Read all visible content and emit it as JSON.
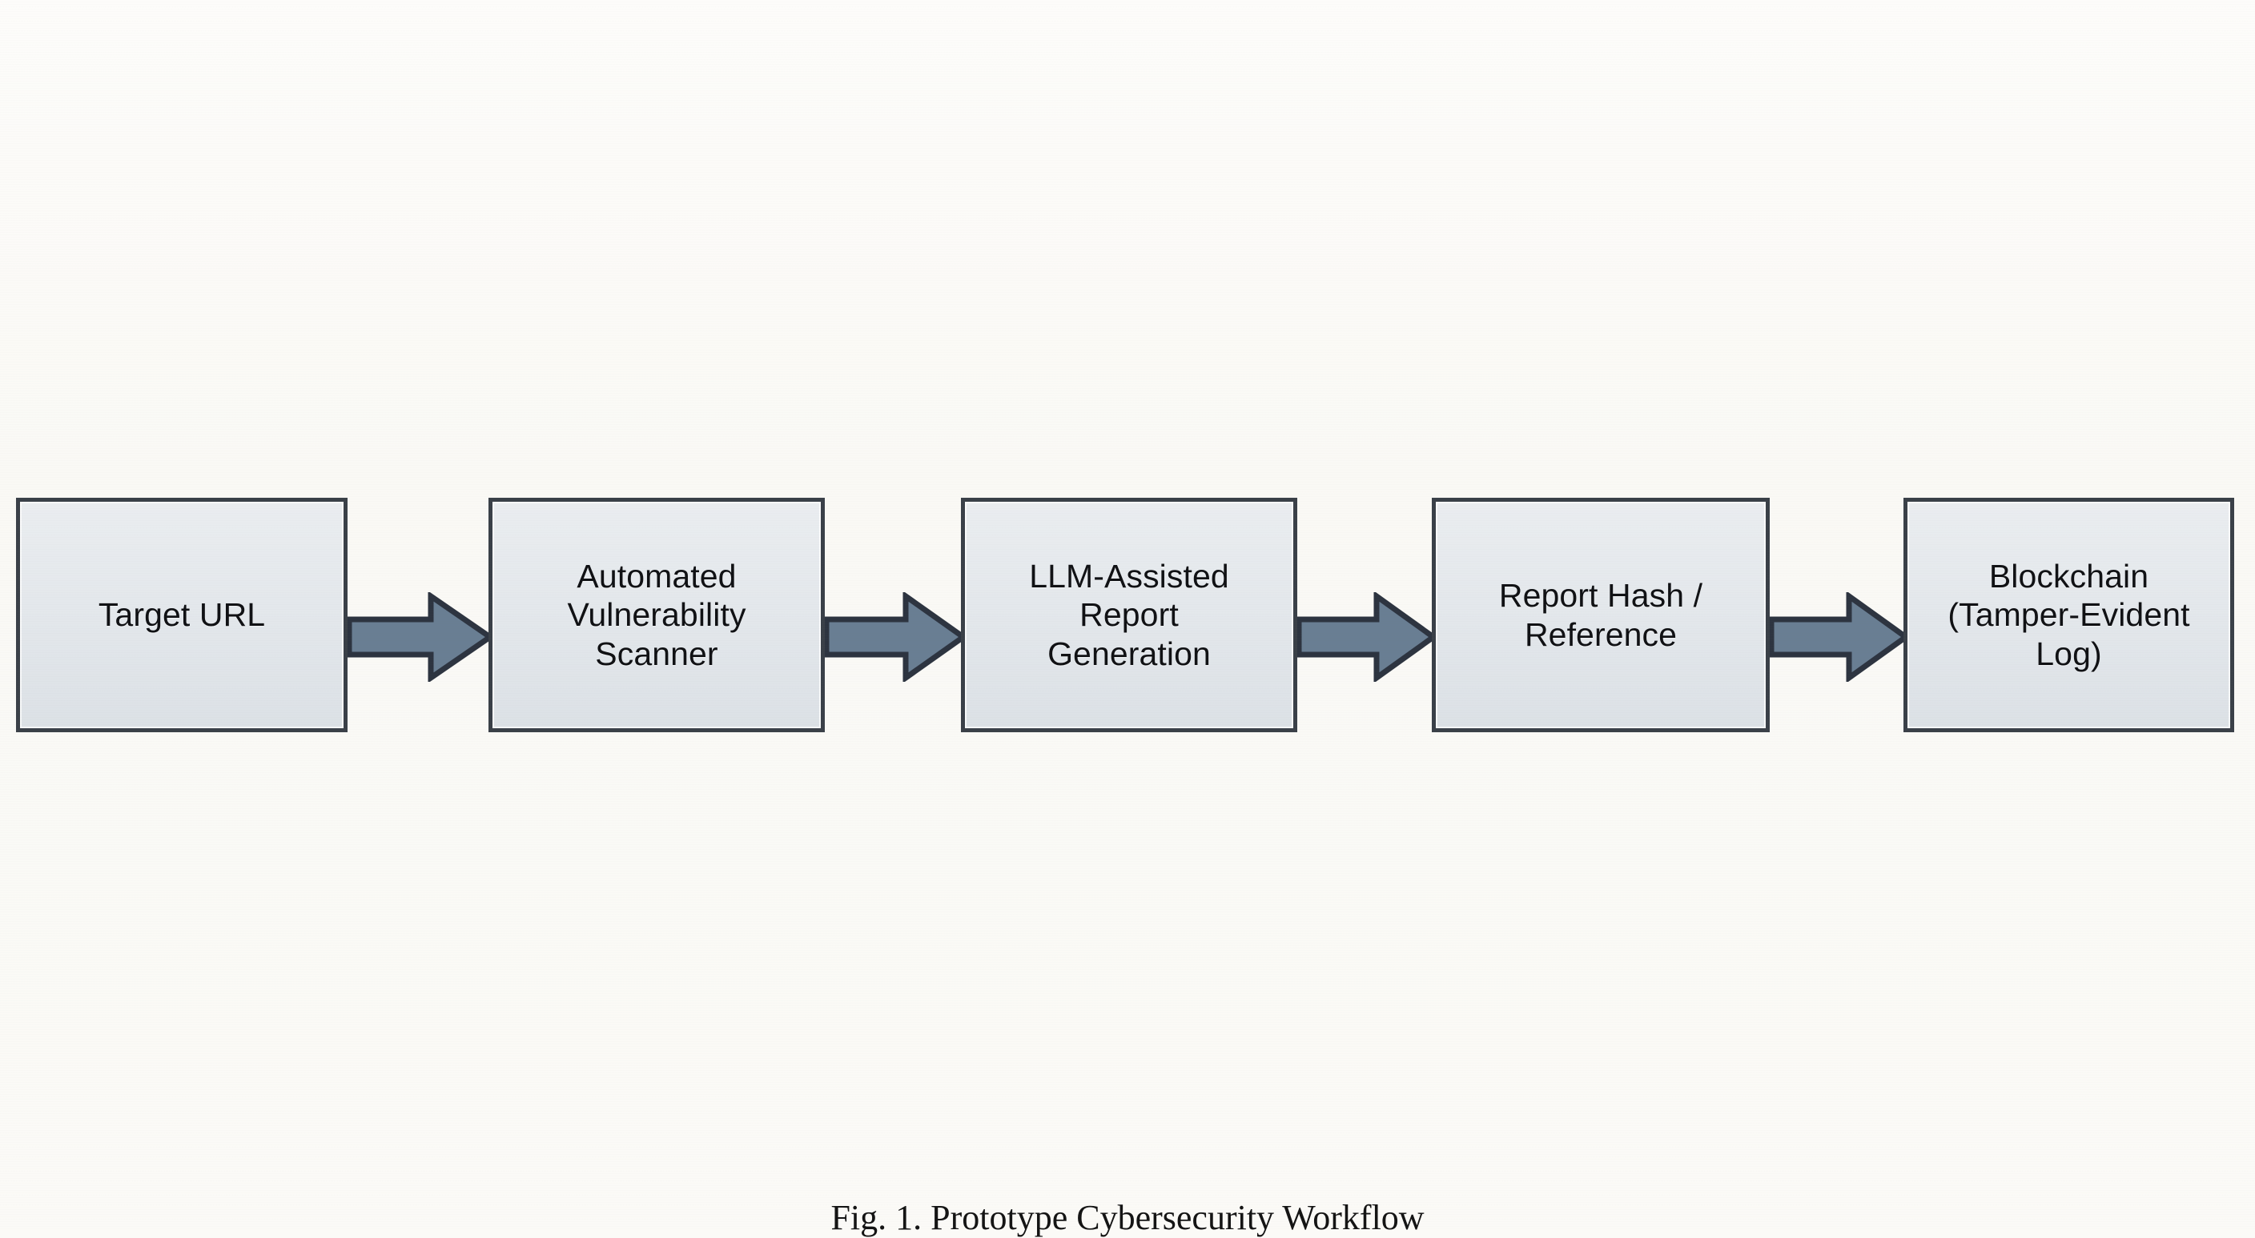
{
  "figure": {
    "background_color": "#fbfaf7",
    "caption": "Fig. 1. Prototype Cybersecurity Workflow",
    "type": "flowchart",
    "orientation": "left-to-right"
  },
  "style": {
    "node_fill": "#e4e8ec",
    "node_border": "#3a4048",
    "arrow_fill": "#697e93",
    "arrow_stroke": "#2d3440",
    "text_color": "#101114"
  },
  "flow": {
    "nodes": [
      {
        "id": "target-url",
        "label": "Target URL"
      },
      {
        "id": "vuln-scanner",
        "label": "Automated\nVulnerability\nScanner"
      },
      {
        "id": "llm-report",
        "label": "LLM-Assisted\nReport\nGeneration"
      },
      {
        "id": "report-hash",
        "label": "Report Hash /\nReference"
      },
      {
        "id": "blockchain",
        "label": "Blockchain\n(Tamper-Evident\nLog)"
      }
    ],
    "connectors": [
      {
        "id": "arrow-1",
        "from": "target-url",
        "to": "vuln-scanner",
        "shape": "block-arrow-right"
      },
      {
        "id": "arrow-2",
        "from": "vuln-scanner",
        "to": "llm-report",
        "shape": "block-arrow-right"
      },
      {
        "id": "arrow-3",
        "from": "llm-report",
        "to": "report-hash",
        "shape": "block-arrow-right"
      },
      {
        "id": "arrow-4",
        "from": "report-hash",
        "to": "blockchain",
        "shape": "block-arrow-right"
      }
    ]
  }
}
